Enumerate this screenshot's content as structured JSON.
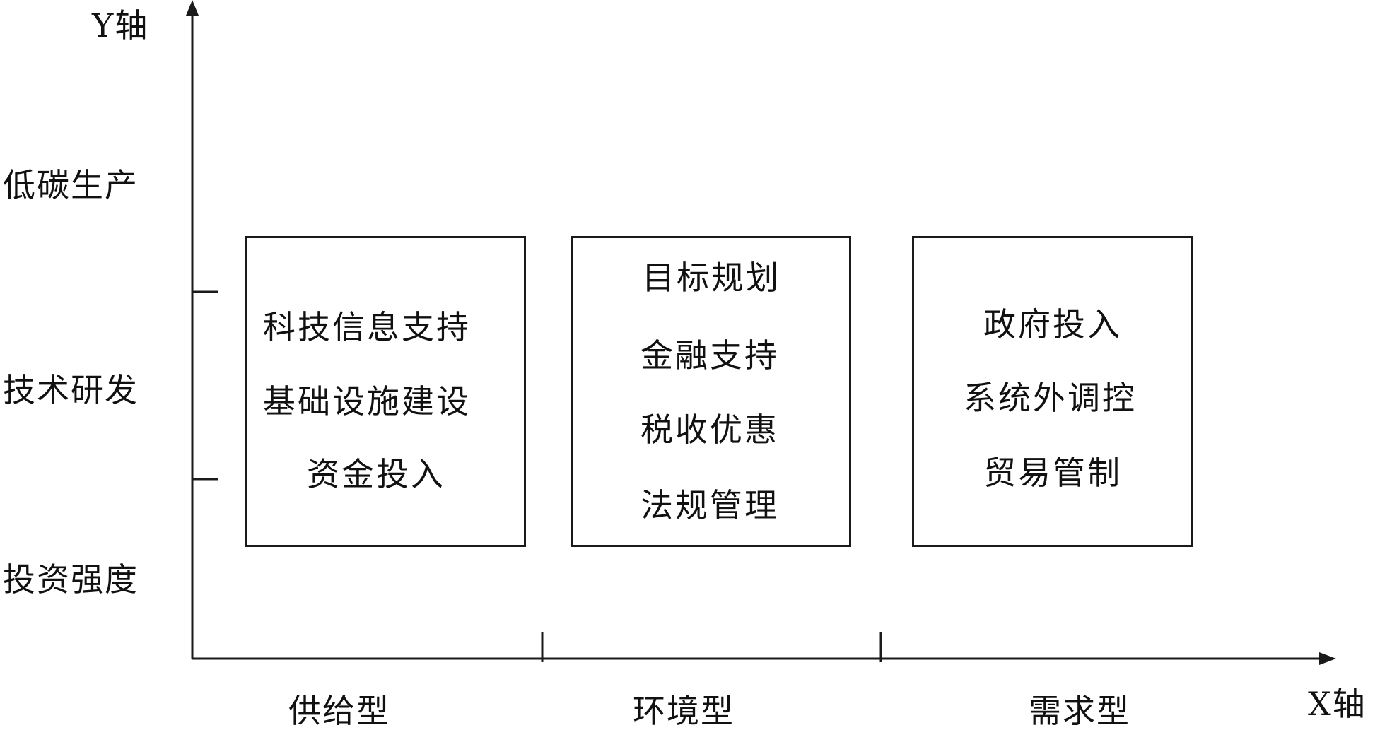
{
  "y_axis": {
    "title": "Y轴",
    "levels": [
      "低碳生产",
      "技术研发",
      "投资强度"
    ]
  },
  "x_axis": {
    "title": "X轴",
    "categories": [
      "供给型",
      "环境型",
      "需求型"
    ]
  },
  "boxes": [
    {
      "items": [
        "科技信息支持",
        "基础设施建设",
        "资金投入"
      ]
    },
    {
      "items": [
        "目标规划",
        "金融支持",
        "税收优惠",
        "法规管理"
      ]
    },
    {
      "items": [
        "政府投入",
        "系统外调控",
        "贸易管制"
      ]
    }
  ],
  "colors": {
    "line": "#1a1a1a",
    "text": "#111111",
    "background": "#ffffff"
  }
}
